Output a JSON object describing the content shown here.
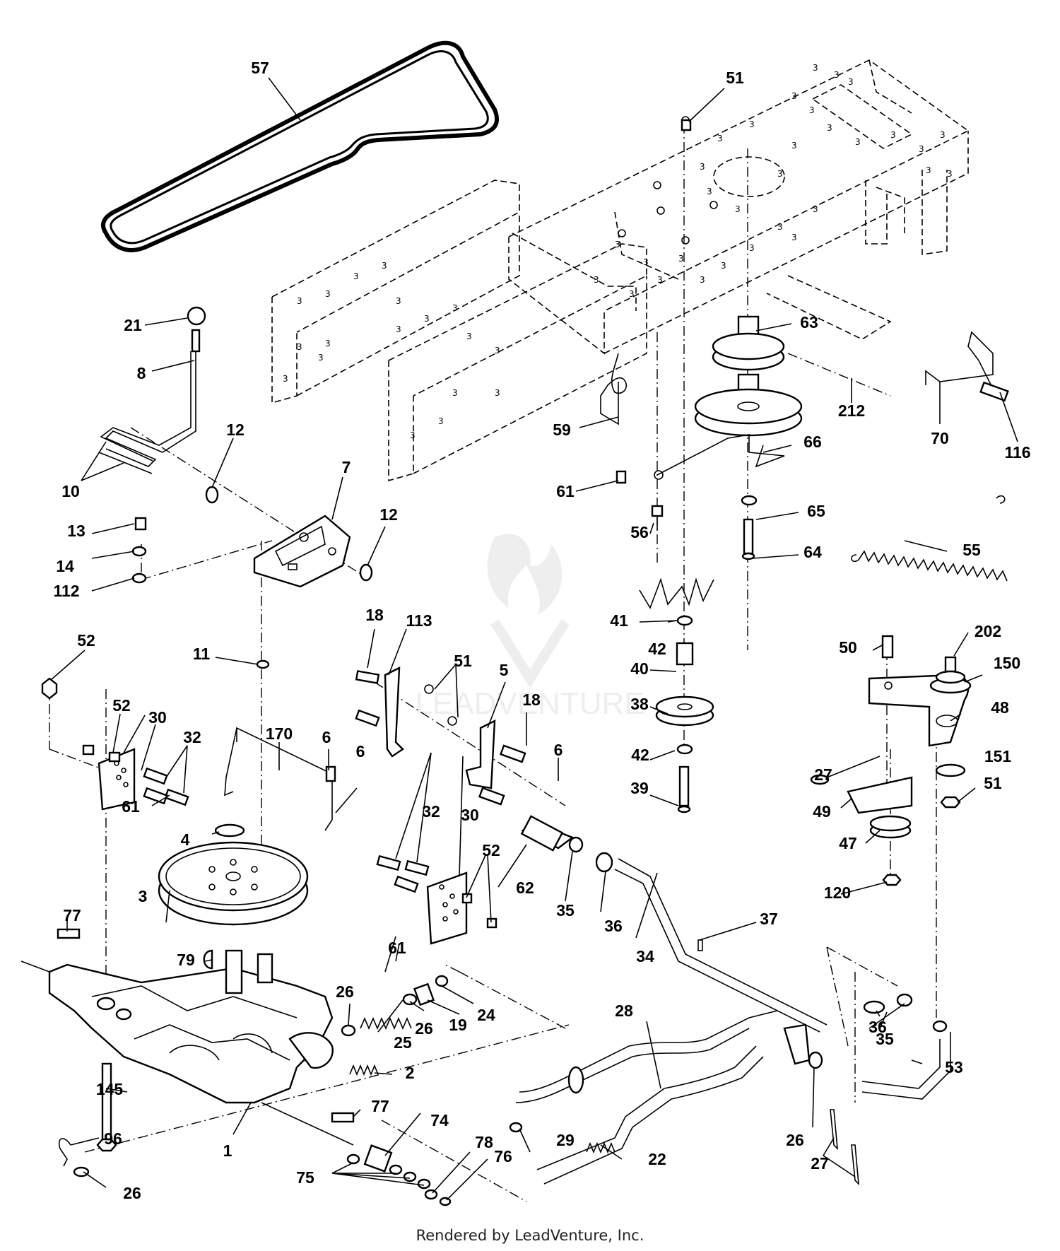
{
  "diagram": {
    "footer": "Rendered by LeadVenture, Inc.",
    "watermark": "LEADVENTURE",
    "callouts": [
      {
        "label": "57"
      },
      {
        "label": "51"
      },
      {
        "label": "21"
      },
      {
        "label": "8"
      },
      {
        "label": "63"
      },
      {
        "label": "212"
      },
      {
        "label": "59"
      },
      {
        "label": "70"
      },
      {
        "label": "116"
      },
      {
        "label": "12"
      },
      {
        "label": "10"
      },
      {
        "label": "7"
      },
      {
        "label": "66"
      },
      {
        "label": "61"
      },
      {
        "label": "13"
      },
      {
        "label": "12"
      },
      {
        "label": "56"
      },
      {
        "label": "65"
      },
      {
        "label": "55"
      },
      {
        "label": "14"
      },
      {
        "label": "64"
      },
      {
        "label": "112"
      },
      {
        "label": "41"
      },
      {
        "label": "18"
      },
      {
        "label": "113"
      },
      {
        "label": "42"
      },
      {
        "label": "202"
      },
      {
        "label": "52"
      },
      {
        "label": "50"
      },
      {
        "label": "11"
      },
      {
        "label": "51"
      },
      {
        "label": "5"
      },
      {
        "label": "40"
      },
      {
        "label": "150"
      },
      {
        "label": "18"
      },
      {
        "label": "38"
      },
      {
        "label": "48"
      },
      {
        "label": "52"
      },
      {
        "label": "30"
      },
      {
        "label": "170"
      },
      {
        "label": "6"
      },
      {
        "label": "32"
      },
      {
        "label": "6"
      },
      {
        "label": "42"
      },
      {
        "label": "151"
      },
      {
        "label": "6"
      },
      {
        "label": "27"
      },
      {
        "label": "39"
      },
      {
        "label": "51"
      },
      {
        "label": "61"
      },
      {
        "label": "49"
      },
      {
        "label": "4"
      },
      {
        "label": "32"
      },
      {
        "label": "30"
      },
      {
        "label": "52"
      },
      {
        "label": "47"
      },
      {
        "label": "62"
      },
      {
        "label": "35"
      },
      {
        "label": "36"
      },
      {
        "label": "120"
      },
      {
        "label": "3"
      },
      {
        "label": "61"
      },
      {
        "label": "37"
      },
      {
        "label": "77"
      },
      {
        "label": "79"
      },
      {
        "label": "34"
      },
      {
        "label": "26"
      },
      {
        "label": "24"
      },
      {
        "label": "28"
      },
      {
        "label": "36"
      },
      {
        "label": "19"
      },
      {
        "label": "25"
      },
      {
        "label": "26"
      },
      {
        "label": "35"
      },
      {
        "label": "53"
      },
      {
        "label": "2"
      },
      {
        "label": "145"
      },
      {
        "label": "77"
      },
      {
        "label": "74"
      },
      {
        "label": "29"
      },
      {
        "label": "96"
      },
      {
        "label": "78"
      },
      {
        "label": "76"
      },
      {
        "label": "22"
      },
      {
        "label": "1"
      },
      {
        "label": "26"
      },
      {
        "label": "27"
      },
      {
        "label": "26"
      },
      {
        "label": "75"
      }
    ]
  }
}
